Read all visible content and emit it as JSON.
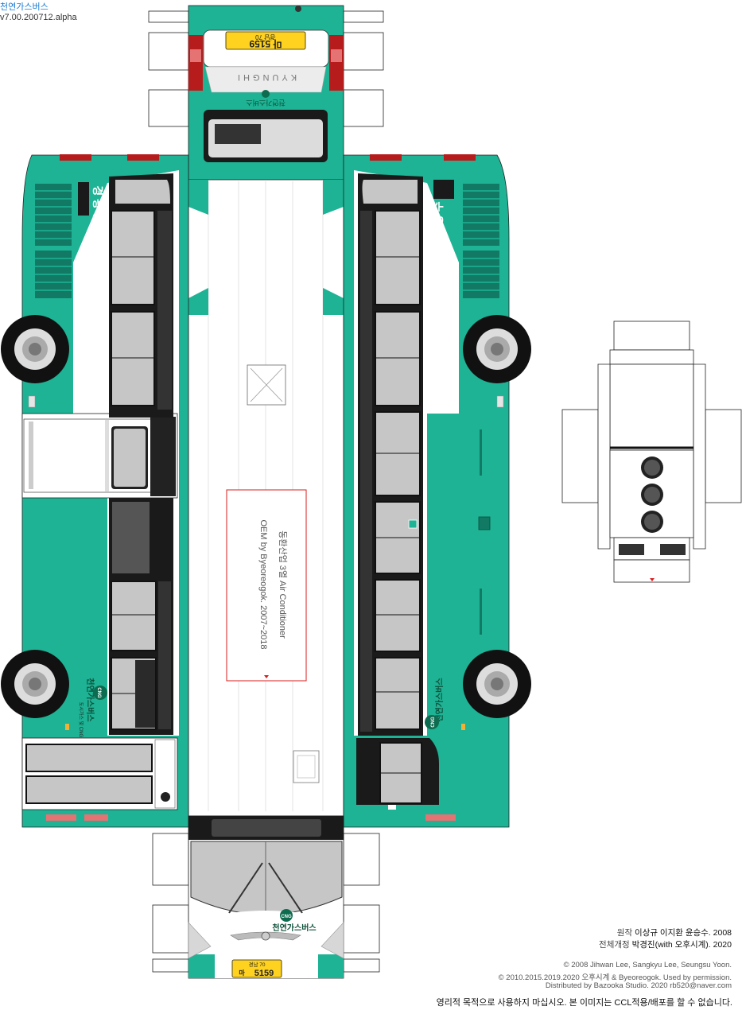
{
  "header": {
    "title": "천연가스버스",
    "version": "v7.00.200712.alpha"
  },
  "bus": {
    "plate_top": "경남 70",
    "plate_number": "마 5159",
    "plate_region": "경남 70",
    "plate_prefix": "마",
    "plate_digits": "5159",
    "side_label": "경 광 상 수",
    "rear_brand": "KYUNGHI",
    "cng_logo": "CNG",
    "brand_name": "천연가스버스",
    "side_small_text": "도시가스 및 CNG",
    "air_conditioner_line1": "동환산업 3열 Air Conditioner",
    "air_conditioner_line2": "OEM by Byeoreogok. 2007~2018"
  },
  "colors": {
    "body": "#1db394",
    "window": "#c6c6c6",
    "frame": "#222222",
    "accent_red": "#d81e1e"
  },
  "credits": {
    "original_label": "원작",
    "original_authors": "이상규 이지환 윤승수. 2008",
    "revision_label": "전체개정",
    "revision_authors": "박경진(with 오후시계). 2020",
    "copyright_line1": "© 2008 Jihwan Lee, Sangkyu Lee, Seungsu Yoon.",
    "copyright_line2": "© 2010.2015.2019.2020 오후시계 & Byeoreogok. Used by permission.",
    "copyright_line3": "Distributed by Bazooka Studio. 2020   rb520@naver.com",
    "notice": "영리적 목적으로 사용하지 마십시오.   본 이미지는 CCL적용/배포를 할 수 없습니다."
  }
}
